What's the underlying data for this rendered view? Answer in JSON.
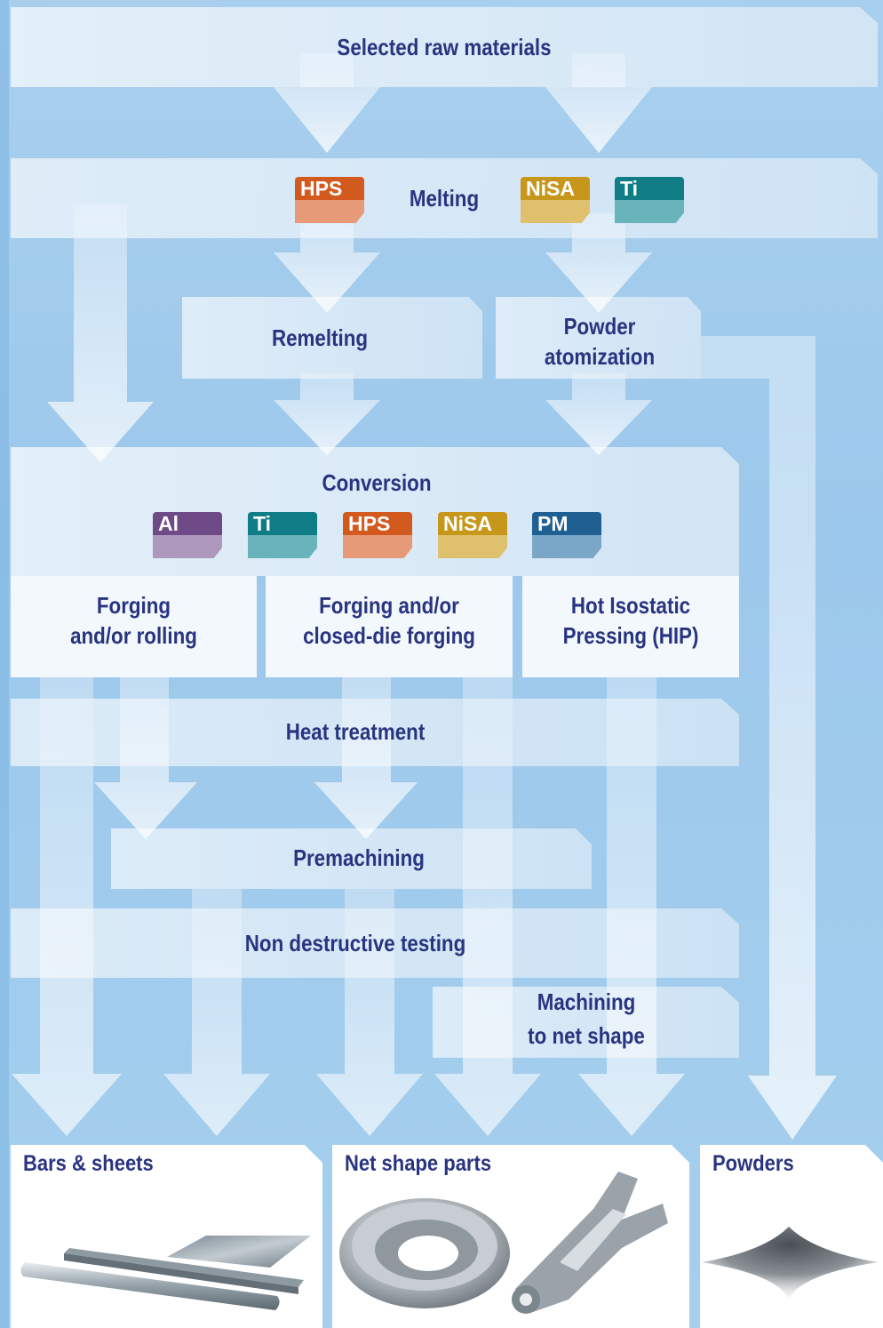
{
  "steps": {
    "raw_materials": "Selected raw materials",
    "melting": "Melting",
    "remelting": "Remelting",
    "powder_atomization_line1": "Powder",
    "powder_atomization_line2": "atomization",
    "conversion": "Conversion",
    "forging_rolling_line1": "Forging",
    "forging_rolling_line2": "and/or rolling",
    "closed_die_line1": "Forging and/or",
    "closed_die_line2": "closed-die forging",
    "hip_line1": "Hot Isostatic",
    "hip_line2": "Pressing (HIP)",
    "heat_treatment": "Heat treatment",
    "premachining": "Premachining",
    "ndt": "Non destructive testing",
    "machining_line1": "Machining",
    "machining_line2": "to net shape"
  },
  "badges": {
    "melting": [
      {
        "label": "HPS",
        "top_color": "#d35a1e",
        "bottom_color": "#e79a78"
      },
      {
        "label": "NiSA",
        "top_color": "#c7971b",
        "bottom_color": "#dfc06c"
      },
      {
        "label": "Ti",
        "top_color": "#0f7c86",
        "bottom_color": "#68b4ba"
      }
    ],
    "conversion": [
      {
        "label": "Al",
        "top_color": "#6e4a86",
        "bottom_color": "#ae98be"
      },
      {
        "label": "Ti",
        "top_color": "#0f7c86",
        "bottom_color": "#68b4ba"
      },
      {
        "label": "HPS",
        "top_color": "#d35a1e",
        "bottom_color": "#e79a78"
      },
      {
        "label": "NiSA",
        "top_color": "#c7971b",
        "bottom_color": "#dfc06c"
      },
      {
        "label": "PM",
        "top_color": "#1f5f92",
        "bottom_color": "#7aa7c8"
      }
    ]
  },
  "outputs": {
    "bars_sheets": "Bars & sheets",
    "net_shape_parts": "Net shape parts",
    "powders": "Powders"
  },
  "colors": {
    "background": "#9cc8eb",
    "text": "#28347f",
    "band": "#dcebf8",
    "arrow": "#eef5fc"
  }
}
